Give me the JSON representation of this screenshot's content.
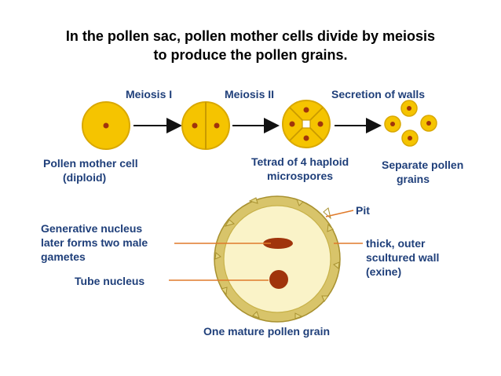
{
  "title": {
    "line1": "In the pollen sac, pollen mother cells divide by meiosis",
    "line2": "to produce the pollen grains."
  },
  "stages": {
    "meiosis1": "Meiosis I",
    "meiosis2": "Meiosis II",
    "secretion": "Secretion of walls"
  },
  "captions": {
    "mother_cell_line1": "Pollen mother cell",
    "mother_cell_line2": "(diploid)",
    "tetrad_line1": "Tetrad of 4 haploid",
    "tetrad_line2": "microspores",
    "separate_line1": "Separate pollen",
    "separate_line2": "grains"
  },
  "grain": {
    "generative_line1": "Generative nucleus",
    "generative_line2": "later forms two male",
    "generative_line3": "gametes",
    "tube_nucleus": "Tube nucleus",
    "pit": "Pit",
    "wall_line1": "thick, outer",
    "wall_line2": "scultured wall",
    "wall_line3": "(exine)",
    "caption": "One mature pollen grain"
  },
  "colors": {
    "cell_fill": "#f5c400",
    "cell_stroke": "#d9a800",
    "nucleus": "#a0340c",
    "label_text": "#1f3f7a",
    "leader_line": "#e07a2a",
    "exine": "#d8c46a",
    "grain_inner": "#faf3c8"
  }
}
